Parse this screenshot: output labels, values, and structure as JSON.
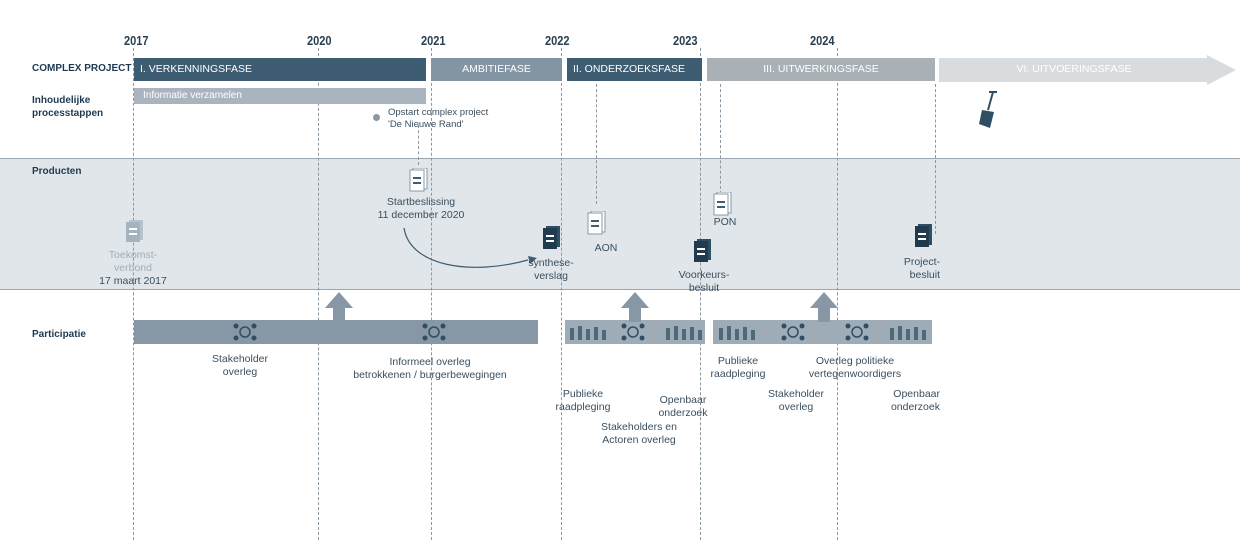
{
  "years": [
    "2017",
    "2020",
    "2021",
    "2022",
    "2023",
    "2024"
  ],
  "row_labels": {
    "complex_project": "COMPLEX PROJECT",
    "process_steps": "Inhoudelijke processtappen",
    "products": "Producten",
    "participation": "Participatie"
  },
  "phases": [
    {
      "label": "I. VERKENNINGSFASE",
      "color": "#3e5c72"
    },
    {
      "label": "AMBITIEFASE",
      "color": "#8394a3"
    },
    {
      "label": "II. ONDERZOEKSFASE",
      "color": "#3e5c72"
    },
    {
      "label": "III. UITWERKINGSFASE",
      "color": "#a9b0b6"
    },
    {
      "label": "VI. UITVOERINGSFASE",
      "color": "#d8dcdf"
    }
  ],
  "process": {
    "info_bar": "Informatie verzamelen",
    "start_line1": "Opstart complex project",
    "start_line2": "'De Nieuwe Rand'"
  },
  "products": {
    "toekomst_l1": "Toekomst-",
    "toekomst_l2": "verbond",
    "toekomst_l3": "17 maart 2017",
    "start_l1": "Startbeslissing",
    "start_l2": "11 december 2020",
    "synthese_l1": "synthese-",
    "synthese_l2": "verslag",
    "aon": "AON",
    "pon": "PON",
    "voorkeur_l1": "Voorkeurs-",
    "voorkeur_l2": "besluit",
    "project_l1": "Project-",
    "project_l2": "besluit"
  },
  "participation": {
    "stakeholder_overleg_l1": "Stakeholder",
    "stakeholder_overleg_l2": "overleg",
    "informeel_l1": "Informeel overleg",
    "informeel_l2": "betrokkenen / burgerbewegingen",
    "publieke1_l1": "Publieke",
    "publieke1_l2": "raadpleging",
    "stakeact_l1": "Stakeholders en",
    "stakeact_l2": "Actoren overleg",
    "openbaar1_l1": "Openbaar",
    "openbaar1_l2": "onderzoek",
    "publieke2_l1": "Publieke",
    "publieke2_l2": "raadpleging",
    "stakeholder2_l1": "Stakeholder",
    "stakeholder2_l2": "overleg",
    "overleg_pol_l1": "Overleg politieke",
    "overleg_pol_l2": "vertegenwoordigers",
    "openbaar2_l1": "Openbaar",
    "openbaar2_l2": "onderzoek"
  },
  "colors": {
    "dark": "#3e5c72",
    "mid": "#8394a3",
    "light": "#a9b0b6",
    "band": "#e1e6ea"
  }
}
